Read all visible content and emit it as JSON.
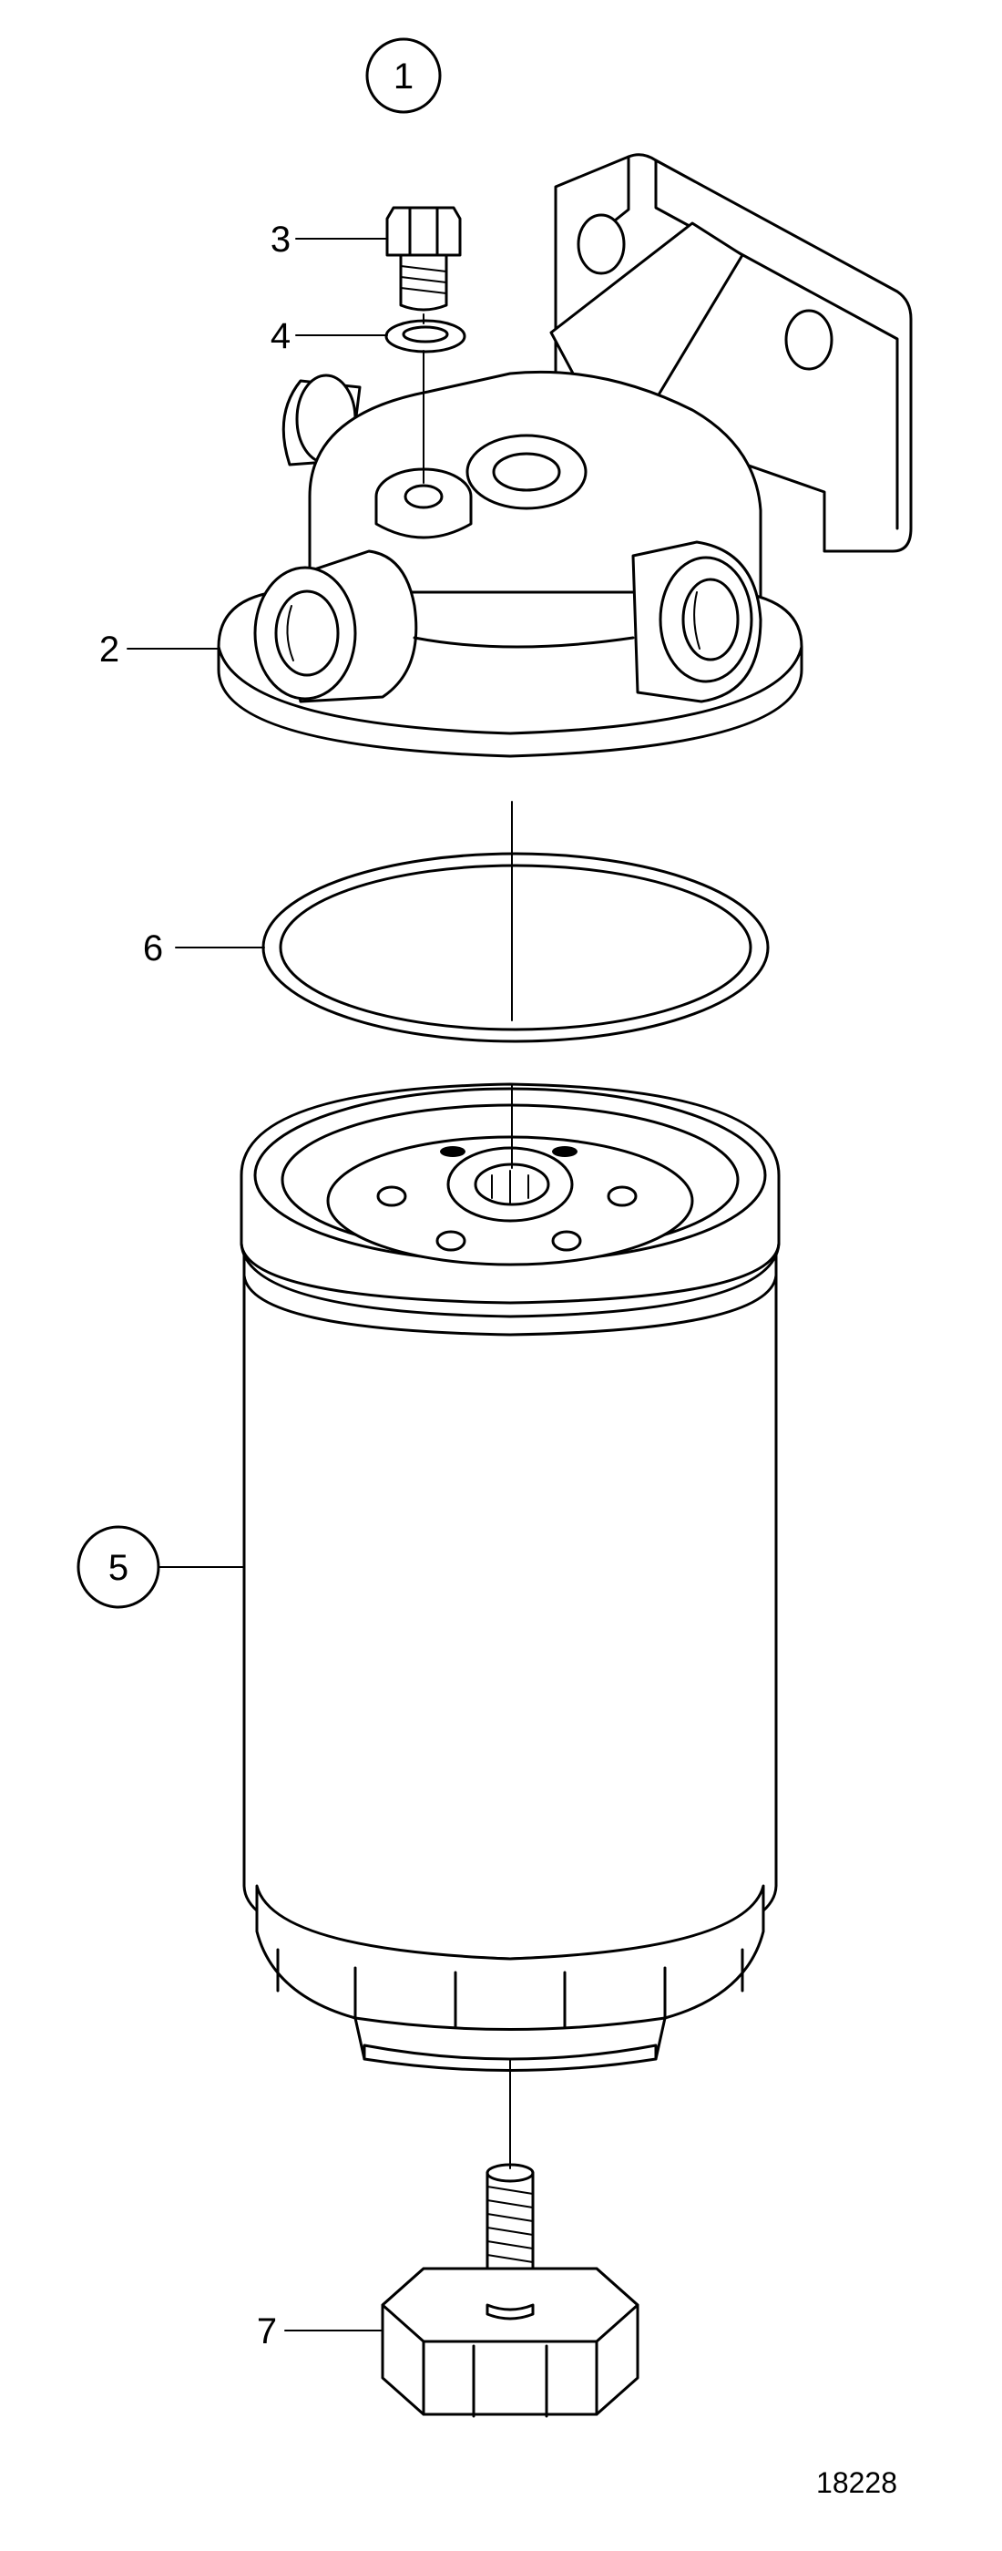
{
  "diagram": {
    "type": "exploded-parts-view",
    "callouts": [
      {
        "id": "1",
        "style": "circled"
      },
      {
        "id": "2",
        "style": "plain"
      },
      {
        "id": "3",
        "style": "plain"
      },
      {
        "id": "4",
        "style": "plain"
      },
      {
        "id": "5",
        "style": "circled"
      },
      {
        "id": "6",
        "style": "plain"
      },
      {
        "id": "7",
        "style": "plain"
      }
    ],
    "drawing_number": "18228"
  }
}
